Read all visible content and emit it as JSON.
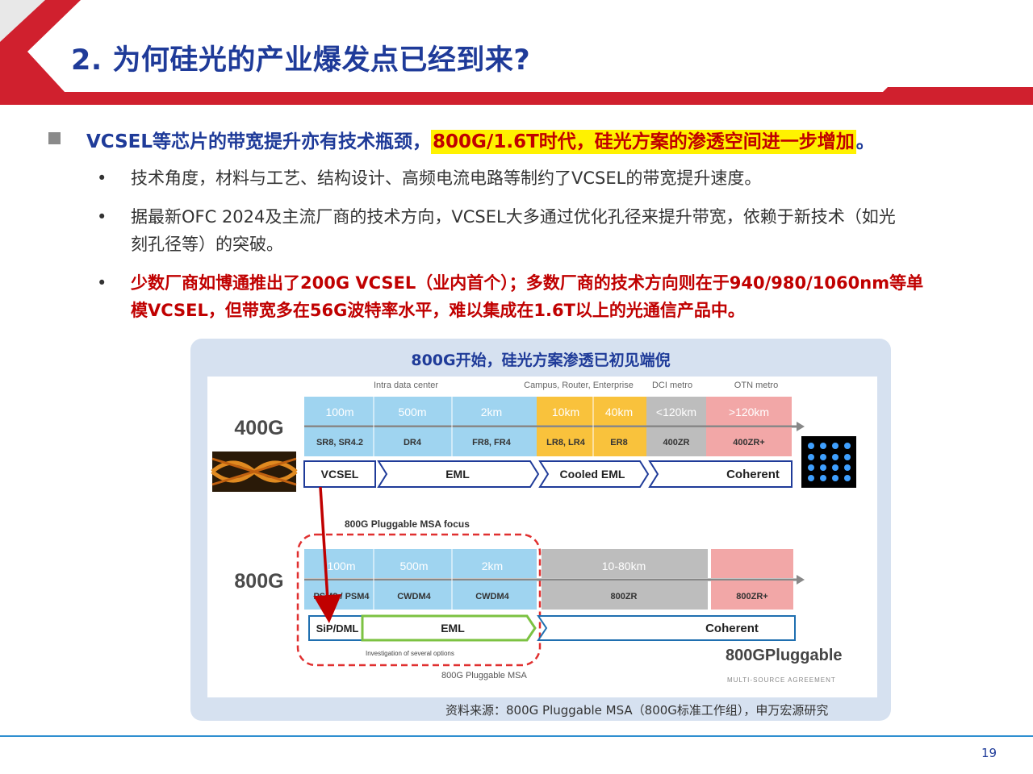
{
  "title": "2. 为何硅光的产业爆发点已经到来?",
  "main_bullet": {
    "text_before": "VCSEL等芯片的带宽提升亦有技术瓶颈，",
    "text_highlight": "800G/1.6T时代，硅光方案的渗透空间进一步增加",
    "text_after": "。"
  },
  "sub_bullets": [
    {
      "marker": "•",
      "text": "技术角度，材料与工艺、结构设计、高频电流电路等制约了VCSEL的带宽提升速度。"
    },
    {
      "marker": "•",
      "line1": "据最新OFC  2024及主流厂商的技术方向，VCSEL大多通过优化孔径来提升带宽，依赖于新技术（如光",
      "line2": "刻孔径等）的突破。"
    },
    {
      "marker": "•",
      "line1": "少数厂商如博通推出了200G  VCSEL（业内首个）；多数厂商的技术方向则在于940/980/1060nm等单",
      "line2": "模VCSEL，但带宽多在56G波特率水平，难以集成在1.6T以上的光通信产品中。"
    }
  ],
  "figure": {
    "title": "800G开始，硅光方案渗透已初见端倪",
    "categories": [
      "Intra data center",
      "Campus, Router, Enterprise",
      "DCI metro",
      "OTN metro"
    ],
    "row400": {
      "label": "400G",
      "distances": [
        "100m",
        "500m",
        "2km",
        "10km",
        "40km",
        "<120km",
        ">120km"
      ],
      "standards": [
        "SR8, SR4.2",
        "DR4",
        "FR8, FR4",
        "LR8, LR4",
        "ER8",
        "400ZR",
        "400ZR+"
      ],
      "techs": [
        "VCSEL",
        "EML",
        "Cooled EML",
        "Coherent"
      ]
    },
    "msa_focus_label": "800G Pluggable MSA focus",
    "row800": {
      "label": "800G",
      "distances": [
        "100m",
        "500m",
        "2km",
        "10-80km"
      ],
      "standards": [
        "PSM8 / PSM4",
        "CWDM4",
        "CWDM4",
        "800ZR",
        "800ZR+"
      ],
      "techs": [
        "SiP/DML",
        "EML",
        "Coherent"
      ]
    },
    "investigation_note": "Investigation of several options",
    "msa_label": "800G Pluggable MSA",
    "logo_text": "800GPluggable",
    "logo_subtext": "MULTI-SOURCE AGREEMENT"
  },
  "source": "资料来源：800G Pluggable MSA（800G标准工作组），申万宏源研究",
  "page_number": "19",
  "colors": {
    "title_blue": "#1F3B99",
    "accent_red": "#C00000",
    "highlight_yellow": "#FFF200",
    "header_red": "#D0202E"
  }
}
